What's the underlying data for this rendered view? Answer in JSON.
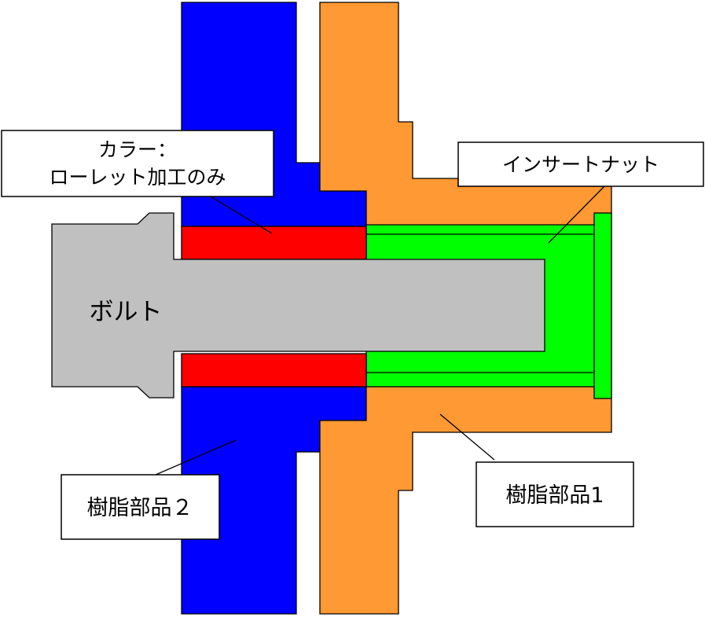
{
  "labels": {
    "collar_line1": "カラー：",
    "collar_line2": "ローレット加工のみ",
    "insert_nut": "インサートナット",
    "bolt": "ボルト",
    "resin_part_2": "樹脂部品２",
    "resin_part_1": "樹脂部品1"
  },
  "colors": {
    "resin_part_2": "#0000FF",
    "resin_part_1": "#FF9933",
    "collar": "#FF0000",
    "insert_nut": "#00FF00",
    "bolt": "#C0C0C0"
  }
}
